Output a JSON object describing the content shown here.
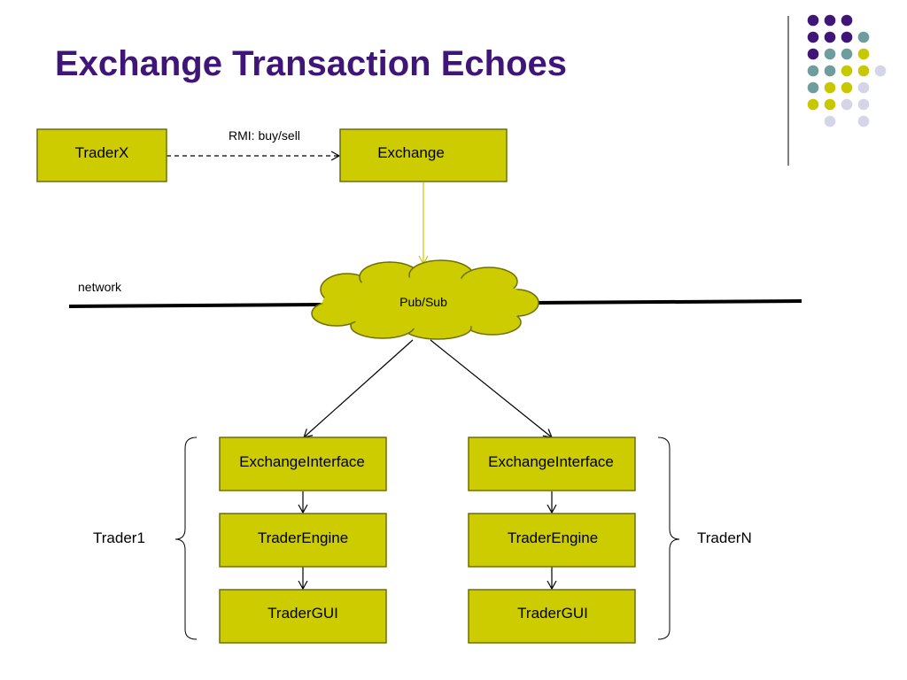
{
  "slide": {
    "title": "Exchange Transaction Echoes"
  },
  "theme": {
    "title_color": "#3f1578",
    "node_fill": "#cccc00",
    "node_stroke": "#6f6f00",
    "edge_color": "#000000",
    "highlight_edge_color": "#c8c800",
    "dot_colors": [
      "#3f1578",
      "#6f9c9c",
      "#c8c800",
      "#d5d5e8"
    ]
  },
  "decor": {
    "dot_grid": [
      [
        "#3f1578",
        "#3f1578",
        "#3f1578",
        null,
        null
      ],
      [
        "#3f1578",
        "#3f1578",
        "#3f1578",
        "#6f9c9c",
        null
      ],
      [
        "#3f1578",
        "#6f9c9c",
        "#6f9c9c",
        "#c8c800",
        null
      ],
      [
        "#6f9c9c",
        "#6f9c9c",
        "#c8c800",
        "#c8c800",
        "#d5d5e8"
      ],
      [
        "#6f9c9c",
        "#c8c800",
        "#c8c800",
        "#d5d5e8",
        null
      ],
      [
        "#c8c800",
        "#c8c800",
        "#d5d5e8",
        "#d5d5e8",
        null
      ],
      [
        null,
        "#d5d5e8",
        null,
        "#d5d5e8",
        null
      ]
    ]
  },
  "diagram": {
    "nodes": {
      "traderx": "TraderX",
      "exchange": "Exchange",
      "pubsub": "Pub/Sub",
      "ei1": "ExchangeInterface",
      "te1": "TraderEngine",
      "gui1": "TraderGUI",
      "ei2": "ExchangeInterface",
      "te2": "TraderEngine",
      "gui2": "TraderGUI"
    },
    "edge_labels": {
      "rmi": "RMI: buy/sell"
    },
    "labels": {
      "network": "network",
      "trader1": "Trader1",
      "tradern": "TraderN"
    },
    "edges": [
      {
        "from": "traderx",
        "to": "exchange",
        "style": "dashed",
        "label": "RMI: buy/sell"
      },
      {
        "from": "exchange",
        "to": "pubsub",
        "style": "solid-highlight"
      },
      {
        "from": "pubsub",
        "to": "ei1",
        "style": "solid"
      },
      {
        "from": "pubsub",
        "to": "ei2",
        "style": "solid"
      },
      {
        "from": "ei1",
        "to": "te1",
        "style": "solid"
      },
      {
        "from": "te1",
        "to": "gui1",
        "style": "solid"
      },
      {
        "from": "ei2",
        "to": "te2",
        "style": "solid"
      },
      {
        "from": "te2",
        "to": "gui2",
        "style": "solid"
      }
    ]
  }
}
